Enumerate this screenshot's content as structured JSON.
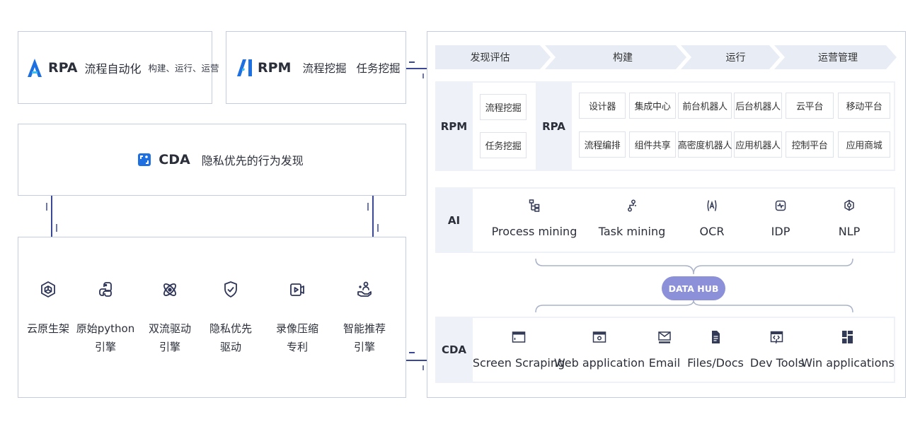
{
  "left": {
    "rpa_box": {
      "logo_icon": "rpa-logo-icon",
      "name": "RPA",
      "title": "流程自动化",
      "subtitle": "构建、运行、运营"
    },
    "rpm_box": {
      "logo_icon": "rpm-logo-icon",
      "name": "RPM",
      "item1": "流程挖掘",
      "item2": "任务挖掘"
    },
    "cda_box": {
      "logo_icon": "cda-logo-icon",
      "name": "CDA",
      "title": "隐私优先的行为发现"
    },
    "features": [
      {
        "icon": "cloud-native-icon",
        "line1": "云原生架"
      },
      {
        "icon": "python-icon",
        "line1": "原始python",
        "line2": "引擎"
      },
      {
        "icon": "dual-stream-icon",
        "line1": "双流驱动",
        "line2": "引擎"
      },
      {
        "icon": "shield-check-icon",
        "line1": "隐私优先",
        "line2": "驱动"
      },
      {
        "icon": "video-record-icon",
        "line1": "录像压缩",
        "line2": "专利"
      },
      {
        "icon": "smart-recommend-icon",
        "line1": "智能推荐",
        "line2": "引擎"
      }
    ]
  },
  "right": {
    "stages": [
      "发现评估",
      "构建",
      "运行",
      "运营管理"
    ],
    "rpm": {
      "label": "RPM",
      "items": [
        "流程挖掘",
        "任务挖掘"
      ]
    },
    "rpa": {
      "label": "RPA",
      "items": [
        "设计器",
        "集成中心",
        "前台机器人",
        "后台机器人",
        "云平台",
        "移动平台",
        "流程编排",
        "组件共享",
        "高密度机器人",
        "应用机器人",
        "控制平台",
        "应用商城"
      ]
    },
    "ai": {
      "label": "AI",
      "items": [
        {
          "icon": "process-mining-icon",
          "label": "Process mining"
        },
        {
          "icon": "task-mining-icon",
          "label": "Task mining"
        },
        {
          "icon": "ocr-icon",
          "label": "OCR"
        },
        {
          "icon": "idp-icon",
          "label": "IDP"
        },
        {
          "icon": "nlp-icon",
          "label": "NLP"
        }
      ]
    },
    "data_hub": "DATA HUB",
    "cda": {
      "label": "CDA",
      "items": [
        {
          "icon": "screen-scraping-icon",
          "label": "Screen Scraping"
        },
        {
          "icon": "web-application-icon",
          "label": "Web application"
        },
        {
          "icon": "email-icon",
          "label": "Email"
        },
        {
          "icon": "files-docs-icon",
          "label": "Files/Docs"
        },
        {
          "icon": "dev-tools-icon",
          "label": "Dev Tools"
        },
        {
          "icon": "win-applications-icon",
          "label": "Win applications"
        }
      ]
    }
  },
  "colors": {
    "accent": "#1e6fe0",
    "accent_light": "#38c0f0",
    "data_hub": "#8b90d9",
    "connector": "#3a4897",
    "border": "#c3cce0",
    "panel_gray": "#eef1f7",
    "chevron": "#e8ecf5"
  }
}
